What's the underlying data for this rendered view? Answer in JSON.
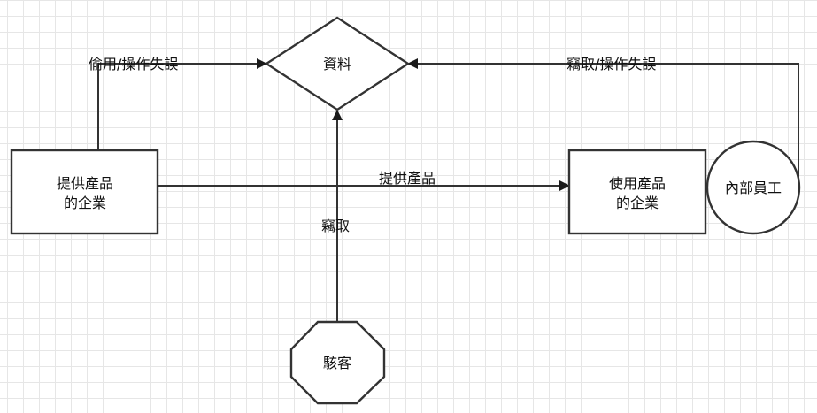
{
  "nodes": {
    "data_node": "資料",
    "provider_line1": "提供產品",
    "provider_line2": "的企業",
    "user_line1": "使用產品",
    "user_line2": "的企業",
    "insider": "內部員工",
    "hacker": "駭客"
  },
  "edges": {
    "provider_to_data": "偷用/操作失誤",
    "insider_to_data": "竊取/操作失誤",
    "provider_to_user": "提供產品",
    "hacker_to_data": "竊取"
  }
}
